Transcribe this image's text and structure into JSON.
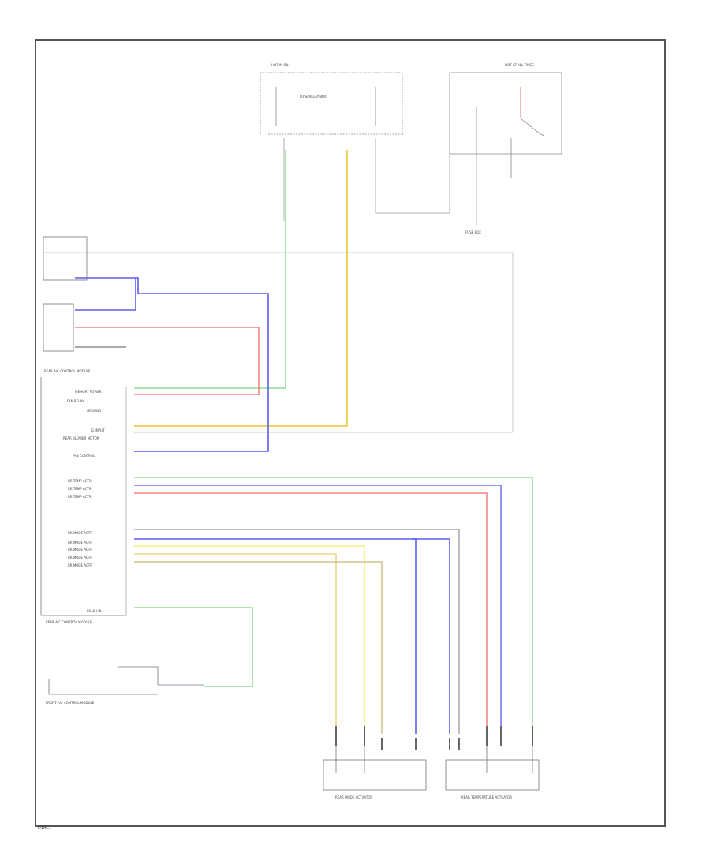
{
  "diagram": {
    "footer_label": "HVAC1",
    "hot_labels": {
      "left": "HOT IN ON",
      "mid": "",
      "right": "HOT AT ALL TIMES"
    },
    "fuse_boxes": {
      "left": "FUSE/RELAY BOX",
      "right": "FUSE BOX"
    },
    "module_labels": {
      "rear_unit_top": "REAR A/C CONTROL MODULE",
      "front_unit": "FRONT A/C CONTROL MODULE",
      "rear_mode_actuator": "REAR MODE ACTUATOR",
      "rear_temp_actuator": "REAR TEMPERATURE ACTUATOR"
    },
    "pin_labels": [
      "MEMORY POWER",
      "FAN RELAY",
      "GROUND",
      "IG INPUT",
      "REAR BLOWER MOTOR",
      "FAN CONTROL",
      "RR TEMP ACTR",
      "RR TEMP ACTR",
      "RR TEMP ACTR",
      "RR MODE ACTR",
      "RR MODE ACTR",
      "RR MODE ACTR",
      "RR MODE ACTR",
      "RR MODE ACTR",
      "REAR LIN"
    ],
    "wire_colors": {
      "green": "#7dd67d",
      "yellow": "#f2cc4a",
      "blue": "#5b5bf0",
      "red": "#f26b6b",
      "gray": "#9a9a9a",
      "yellow_light": "#f0ea6a",
      "dark": "#555555"
    }
  }
}
